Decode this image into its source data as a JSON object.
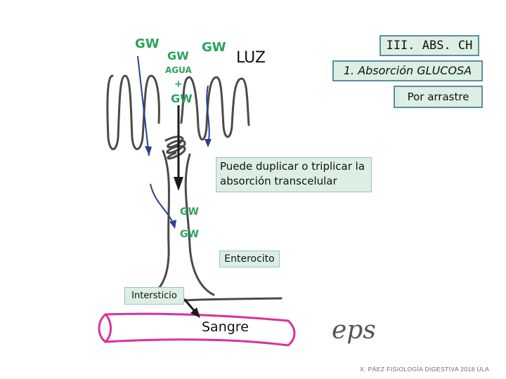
{
  "title": "III. ABS. CH",
  "subtitle": "1. Absorción GLUCOSA",
  "mechanism": "Por arrastre",
  "note": "Puede duplicar o triplicar la absorción transcelular",
  "lumen_label": "LUZ",
  "cell_label": "Enterocito",
  "interstitium_label": "Intersticio",
  "blood_label": "Sangre",
  "handwritten": {
    "gw_1": "GW",
    "gw_2": "GW",
    "gw_3": "GW",
    "agua": "AGUA",
    "plus": "+",
    "gw_4": "GW",
    "gw_5": "GW",
    "gw_6": "GW",
    "signature": "eps"
  },
  "footer": "X. PÁEZ  FISIOLOGÍA DIGESTIVA 2018  ULA",
  "colors": {
    "box_fill": "#dcefe3",
    "box_border": "#5a8ea0",
    "membrane": "#4a4a4a",
    "handwriting": "#2aa35a",
    "arrows": "#2a3f8f",
    "vessel": "#d9309a"
  }
}
